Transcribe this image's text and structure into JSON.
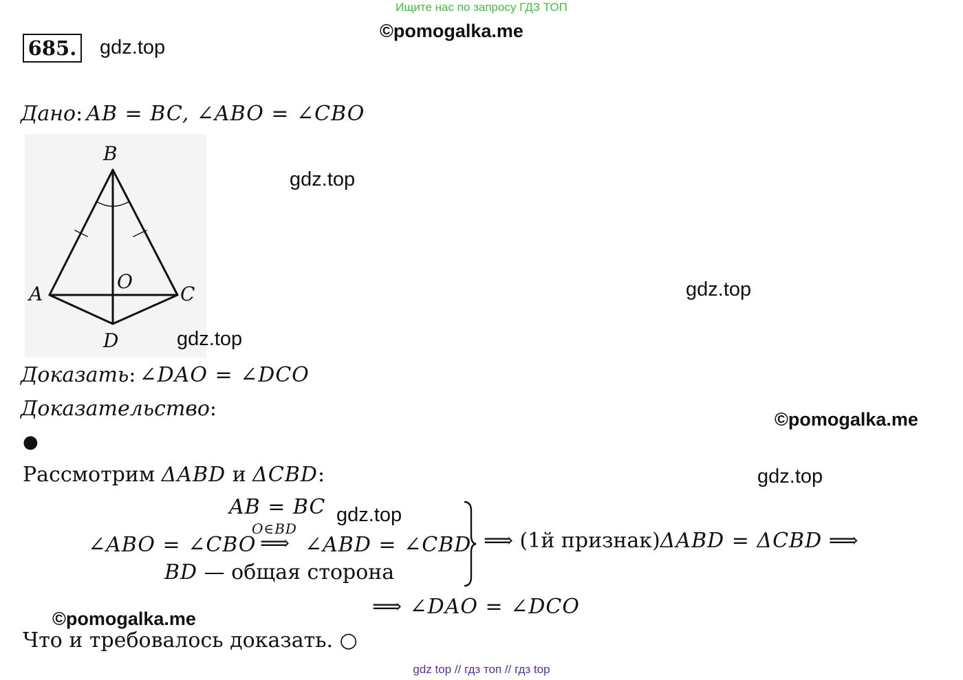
{
  "banner": "Ищите нас по запросу ГДЗ ТОП",
  "problem_number": "685.",
  "watermark": "gdz.top",
  "copyright": "©pomogalka.me",
  "given": {
    "label": "Дано",
    "colon": ":",
    "statement": "AB = BC, ∠ABO = ∠CBO"
  },
  "figure": {
    "points": {
      "A": "A",
      "B": "B",
      "C": "C",
      "D": "D",
      "O": "O"
    }
  },
  "prove": {
    "label": "Доказать",
    "colon": ":",
    "statement": "∠DAO = ∠DCO"
  },
  "proof_heading": "Доказательство",
  "proof_colon": ":",
  "bullet": "●",
  "consider": {
    "text": "Рассмотрим ",
    "tri1": "ΔABD",
    "and": " и ",
    "tri2": "ΔCBD",
    "colon": ":"
  },
  "system": {
    "line1": "AB = BC",
    "line2_left": "∠ABO = ∠CBO",
    "over_arrow": "O∈BD",
    "arrow": "⟹",
    "line2_right": "∠ABD = ∠CBD",
    "line3_math": "BD",
    "line3_text": " — общая сторона"
  },
  "conclusion1": {
    "arrow": "⟹",
    "criterion": " (1й признак)",
    "equality": "ΔABD = ΔCBD",
    "arrow_end": " ⟹"
  },
  "conclusion2": "⟹ ∠DAO = ∠DCO",
  "qed": "Что и требовалось доказать. ○",
  "footer": "gdz top  //  гдз топ  //  гдз top"
}
